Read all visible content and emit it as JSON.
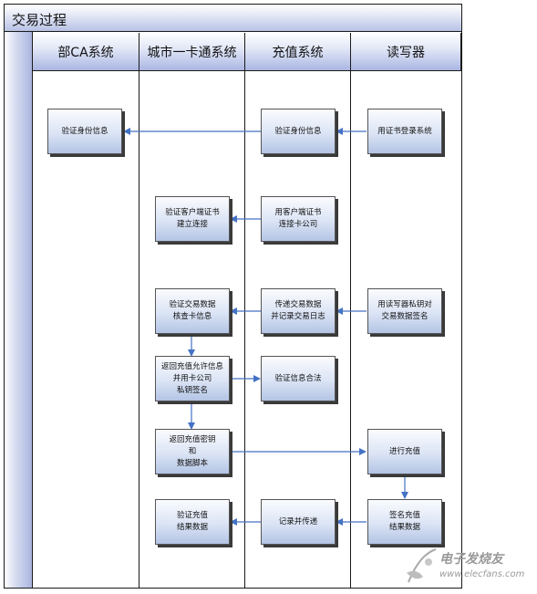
{
  "diagram": {
    "title": "交易过程",
    "lanes": [
      {
        "name": "部CA系统"
      },
      {
        "name": "城市一卡通系统"
      },
      {
        "name": "充值系统"
      },
      {
        "name": "读写器"
      }
    ],
    "nodes": {
      "verify_identity_ca": "验证身份信息",
      "verify_identity_recharge": "验证身份信息",
      "cert_login": "用证书登录系统",
      "verify_client_cert": "验证客户端证书\n建立连接",
      "client_cert_connect": "用客户端证书\n连接卡公司",
      "verify_trade_data": "验证交易数据\n核查卡信息",
      "send_trade_data": "传递交易数据\n并记录交易日志",
      "reader_sign": "用读写器私钥对\n交易数据签名",
      "return_permit": "返回充值允许信息\n并用卡公司\n私钥签名",
      "verify_legal": "验证信息合法",
      "return_key": "返回充值密钥\n和\n数据脚本",
      "do_recharge": "进行充值",
      "verify_result": "验证充值\n结果数据",
      "record_forward": "记录并传递",
      "sign_result": "签名充值\n结果数据"
    },
    "accent_color": "#4472c4"
  },
  "watermark": {
    "cn": "电子发烧友",
    "en": "www.elecfans.com"
  }
}
